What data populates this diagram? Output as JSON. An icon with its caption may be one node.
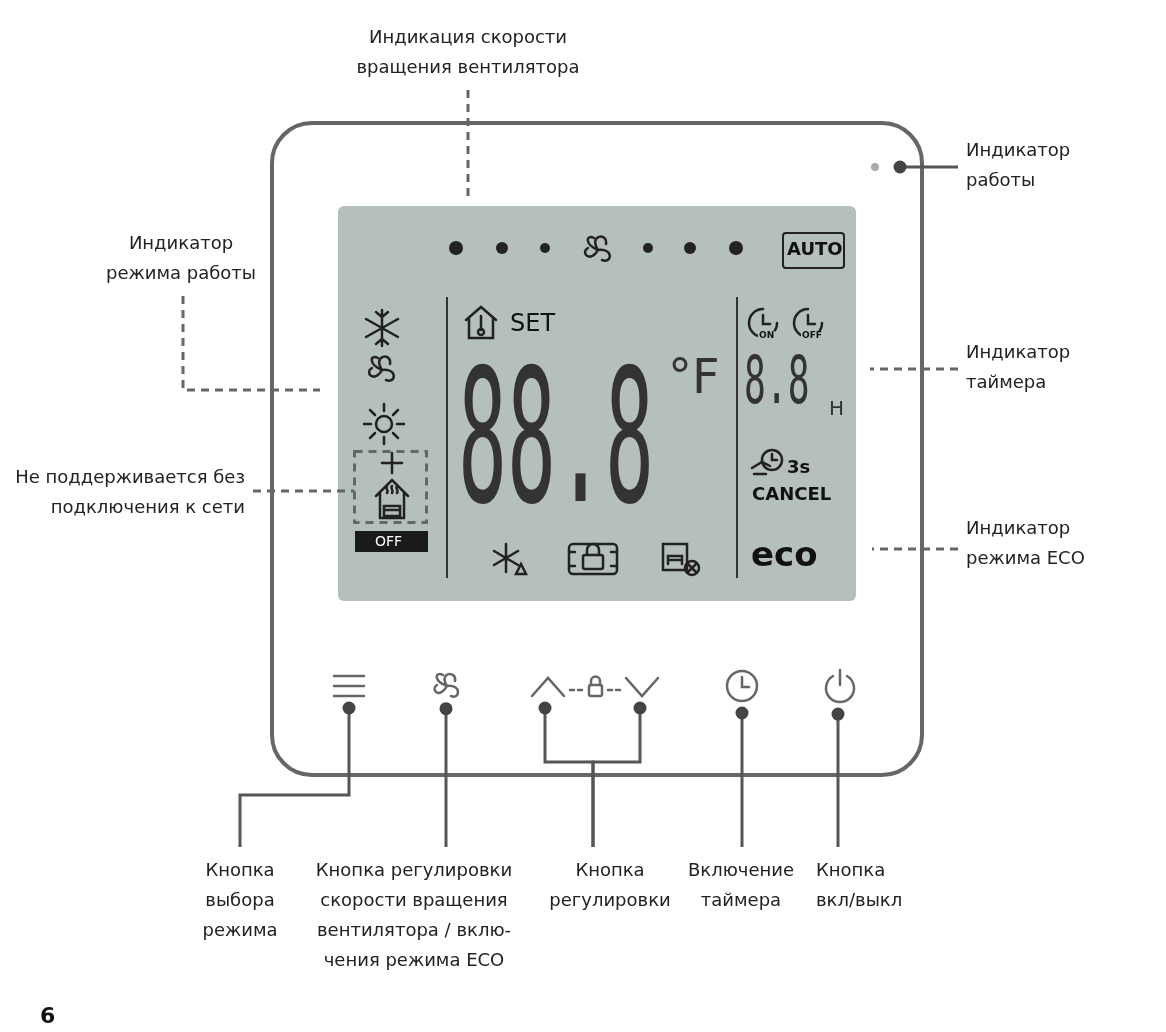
{
  "diagram": {
    "nodes": [
      {
        "text": [
          "Индикация скорости вращения вентилятора"
        ]
      },
      {
        "text": [
          "Индикатор работы"
        ]
      },
      {
        "text": [
          "Индикатор режима работы"
        ]
      },
      {
        "text": [
          "Индикатор таймера"
        ]
      },
      {
        "text": [
          "Не поддерживается без подключения к сети"
        ]
      },
      {
        "text": [
          "Индикатор режима ECO"
        ]
      },
      {
        "text": [
          "Кнопка выбора режима"
        ]
      },
      {
        "text": [
          "Кнопка регулировки скорости вращения вентилятора / вклю-чения режима ECO"
        ]
      },
      {
        "text": [
          "Кнопка регулировки"
        ]
      },
      {
        "text": [
          "Включение таймера"
        ]
      },
      {
        "text": [
          "Кнопка вкл/выкл"
        ]
      },
      {
        "text": [],
        "shape": "box"
      },
      {
        "text": [],
        "shape": "icon"
      },
      {
        "text": [],
        "shape": "icon"
      },
      {
        "text": [],
        "shape": "icon"
      },
      {
        "text": [],
        "shape": "icon"
      },
      {
        "text": [],
        "shape": "icon"
      }
    ],
    "edges": [
      {
        "from": 0,
        "to": null,
        "arrow": "none",
        "style": "dashed"
      },
      {
        "from": 1,
        "to": null,
        "arrow": "other"
      },
      {
        "from": 2,
        "to": null,
        "arrow": "none",
        "style": "dashed"
      },
      {
        "from": 4,
        "to": 11,
        "arrow": "none",
        "style": "dashed"
      },
      {
        "from": 3,
        "to": null,
        "arrow": "none",
        "style": "dashed"
      },
      {
        "from": 5,
        "to": null,
        "arrow": "none",
        "style": "dashed"
      },
      {
        "from": 6,
        "to": 12,
        "arrow": "other"
      },
      {
        "from": 7,
        "to": 13,
        "arrow": "other"
      },
      {
        "from": 8,
        "to": 14,
        "arrow": "other"
      },
      {
        "from": 8,
        "to": 14,
        "arrow": "other"
      },
      {
        "from": 9,
        "to": 15,
        "arrow": "other"
      },
      {
        "from": 10,
        "to": 16,
        "arrow": "other"
      }
    ],
    "labels": [
      "AUTO",
      "SET",
      "ON",
      "OFF",
      "°F",
      "88.8",
      "8.8",
      "H",
      "3s",
      "CANCEL",
      "OFF",
      "eco",
      "6"
    ]
  }
}
